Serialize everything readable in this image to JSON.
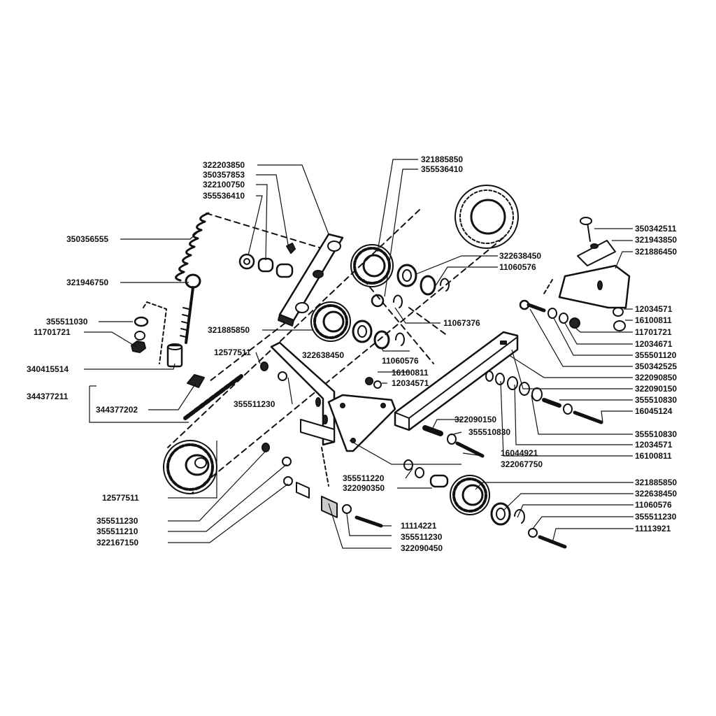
{
  "diagram": {
    "ink_color": "#111111",
    "paper_color": "#ffffff",
    "labels": [
      {
        "id": "l01",
        "text": "322203850"
      },
      {
        "id": "l02",
        "text": "350357853"
      },
      {
        "id": "l03",
        "text": "322100750"
      },
      {
        "id": "l04",
        "text": "355536410"
      },
      {
        "id": "l05",
        "text": "350356555"
      },
      {
        "id": "l06",
        "text": "321946750"
      },
      {
        "id": "l07",
        "text": "355511030"
      },
      {
        "id": "l08",
        "text": "11701721"
      },
      {
        "id": "l09",
        "text": "340415514"
      },
      {
        "id": "l10",
        "text": "344377211"
      },
      {
        "id": "l11",
        "text": "344377202"
      },
      {
        "id": "l12",
        "text": "12577511"
      },
      {
        "id": "l13",
        "text": "321885850"
      },
      {
        "id": "l14",
        "text": "322638450"
      },
      {
        "id": "l15",
        "text": "355511230"
      },
      {
        "id": "l16",
        "text": "321885850"
      },
      {
        "id": "l17",
        "text": "355536410"
      },
      {
        "id": "l18",
        "text": "322638450"
      },
      {
        "id": "l19",
        "text": "11060576"
      },
      {
        "id": "l20",
        "text": "11067376"
      },
      {
        "id": "l21",
        "text": "11060576"
      },
      {
        "id": "l22",
        "text": "16100811"
      },
      {
        "id": "l23",
        "text": "12034571"
      },
      {
        "id": "l24",
        "text": "350342511"
      },
      {
        "id": "l25",
        "text": "321943850"
      },
      {
        "id": "l26",
        "text": "321886450"
      },
      {
        "id": "l27",
        "text": "12034571"
      },
      {
        "id": "l28",
        "text": "16100811"
      },
      {
        "id": "l29",
        "text": "11701721"
      },
      {
        "id": "l30",
        "text": "12034671"
      },
      {
        "id": "l31",
        "text": "355501120"
      },
      {
        "id": "l32",
        "text": "350342525"
      },
      {
        "id": "l33",
        "text": "322090850"
      },
      {
        "id": "l34",
        "text": "322090150"
      },
      {
        "id": "l35",
        "text": "355510830"
      },
      {
        "id": "l36",
        "text": "16045124"
      },
      {
        "id": "l37",
        "text": "355510830"
      },
      {
        "id": "l38",
        "text": "12034571"
      },
      {
        "id": "l39",
        "text": "16100811"
      },
      {
        "id": "l40",
        "text": "322090150"
      },
      {
        "id": "l41",
        "text": "355510830"
      },
      {
        "id": "l42",
        "text": "16044921"
      },
      {
        "id": "l43",
        "text": "322067750"
      },
      {
        "id": "l44",
        "text": "355511220"
      },
      {
        "id": "l45",
        "text": "322090350"
      },
      {
        "id": "l46",
        "text": "321885850"
      },
      {
        "id": "l47",
        "text": "322638450"
      },
      {
        "id": "l48",
        "text": "11060576"
      },
      {
        "id": "l49",
        "text": "355511230"
      },
      {
        "id": "l50",
        "text": "11113921"
      },
      {
        "id": "l51",
        "text": "12577511"
      },
      {
        "id": "l52",
        "text": "355511230"
      },
      {
        "id": "l53",
        "text": "355511210"
      },
      {
        "id": "l54",
        "text": "322167150"
      },
      {
        "id": "l55",
        "text": "11114221"
      },
      {
        "id": "l56",
        "text": "355511230"
      },
      {
        "id": "l57",
        "text": "322090450"
      }
    ]
  }
}
